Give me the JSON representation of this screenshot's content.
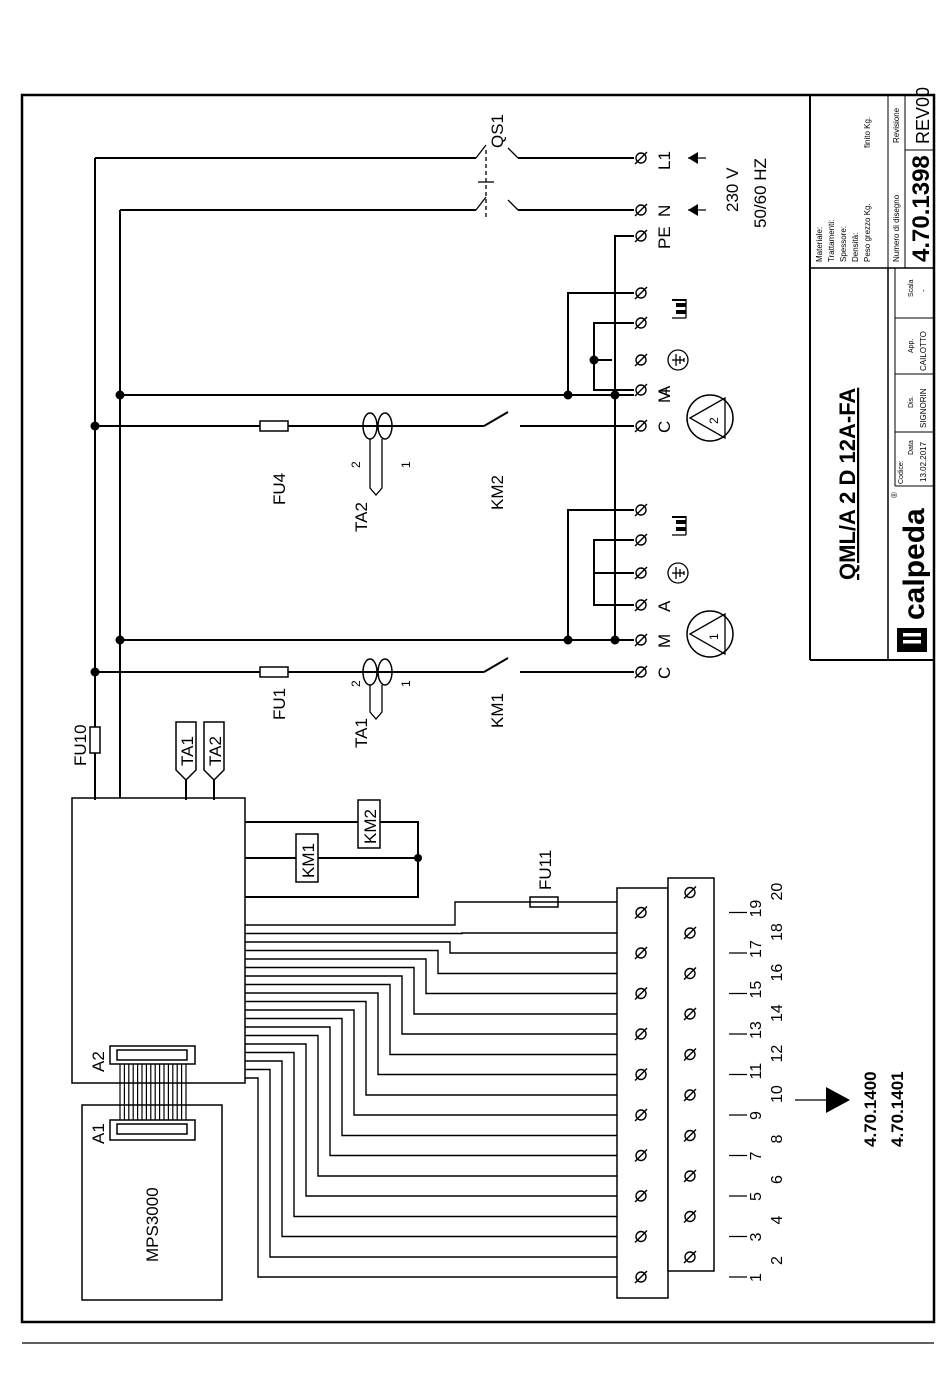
{
  "controller": {
    "a1": "A1",
    "a2": "A2",
    "mps": "MPS3000"
  },
  "refs": [
    "4.70.1400",
    "4.70.1401"
  ],
  "fuses": {
    "fu10": "FU10",
    "fu11": "FU11",
    "fu1": "FU1",
    "fu4": "FU4"
  },
  "probes": {
    "ta1": "TA1",
    "ta2": "TA2"
  },
  "contactors": {
    "km1": "KM1",
    "km2": "KM2"
  },
  "switch": {
    "qs1": "QS1"
  },
  "ct_pins": {
    "p1": "1",
    "p2": "2"
  },
  "terminal_letters": {
    "c": "C",
    "m": "M",
    "a": "A",
    "pe": "PE",
    "n": "N",
    "l1": "L1"
  },
  "motors": {
    "m1": "1",
    "m2": "2"
  },
  "supply": {
    "voltage": "230 V",
    "freq": "50/60 HZ"
  },
  "strip_numbers": [
    "1",
    "2",
    "3",
    "4",
    "5",
    "6",
    "7",
    "8",
    "9",
    "10",
    "11",
    "12",
    "13",
    "14",
    "15",
    "16",
    "17",
    "18",
    "19",
    "20"
  ],
  "title_block": {
    "model": "QML/A 2 D 12A-FA",
    "brand": "calpeda",
    "reg": "®",
    "codice": "Codice:",
    "data_label": "Data",
    "data": "13.02.2017",
    "dis_label": "Dis.",
    "dis": "SIGNORIN",
    "app_label": "App.",
    "app": "CAILOTTO",
    "scala_label": "Scala",
    "scala": "-",
    "materiale": "Materiale:",
    "trattamenti": "Trattamenti:",
    "spessore": "Spessore:",
    "densita": "Densità:",
    "peso_grezzo": "Peso grezzo Kg.",
    "finito": "finito Kg.",
    "numero_label": "Numero di disegno",
    "numero": "4.70.1398",
    "revisione_label": "Revisione",
    "revisione": "REV00"
  }
}
